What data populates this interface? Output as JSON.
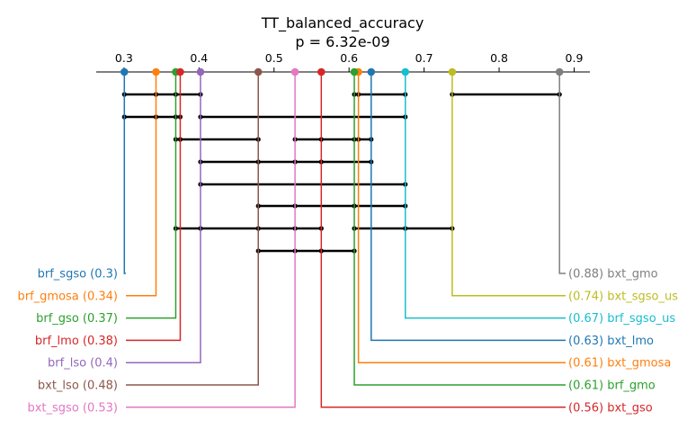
{
  "chart_data": {
    "type": "critical-difference",
    "title": "TT_balanced_accuracy",
    "subtitle": "p = 6.32e-09",
    "xlim": [
      0.263,
      0.921
    ],
    "ticks": [
      0.3,
      0.4,
      0.5,
      0.6,
      0.7,
      0.8,
      0.9
    ],
    "tick_labels": [
      "0.3",
      "0.4",
      "0.5",
      "0.6",
      "0.7",
      "0.8",
      "0.9"
    ],
    "entries": [
      {
        "name": "brf_sgso",
        "value": 0.3005,
        "label": "brf_sgso (0.3)",
        "color": "#1f77b4",
        "side": "left"
      },
      {
        "name": "brf_gmosa",
        "value": 0.3427,
        "label": "brf_gmosa (0.34)",
        "color": "#ff7f0e",
        "side": "left"
      },
      {
        "name": "brf_gso",
        "value": 0.369,
        "label": "brf_gso (0.37)",
        "color": "#2ca02c",
        "side": "left"
      },
      {
        "name": "brf_lmo",
        "value": 0.375,
        "label": "brf_lmo (0.38)",
        "color": "#d62728",
        "side": "left"
      },
      {
        "name": "brf_lso",
        "value": 0.402,
        "label": "brf_lso (0.4)",
        "color": "#9467bd",
        "side": "left"
      },
      {
        "name": "bxt_lso",
        "value": 0.479,
        "label": "bxt_lso (0.48)",
        "color": "#8c564b",
        "side": "left"
      },
      {
        "name": "bxt_sgso",
        "value": 0.528,
        "label": "bxt_sgso (0.53)",
        "color": "#e377c2",
        "side": "left"
      },
      {
        "name": "bxt_gmo",
        "value": 0.8805,
        "label": "(0.88) bxt_gmo",
        "color": "#7f7f7f",
        "side": "right"
      },
      {
        "name": "bxt_sgso_us",
        "value": 0.7375,
        "label": "(0.74) bxt_sgso_us",
        "color": "#bcbd22",
        "side": "right"
      },
      {
        "name": "brf_sgso_us",
        "value": 0.675,
        "label": "(0.67) brf_sgso_us",
        "color": "#17becf",
        "side": "right"
      },
      {
        "name": "bxt_lmo",
        "value": 0.6295,
        "label": "(0.63) bxt_lmo",
        "color": "#1f77b4",
        "side": "right"
      },
      {
        "name": "bxt_gmosa",
        "value": 0.6125,
        "label": "(0.61) bxt_gmosa",
        "color": "#ff7f0e",
        "side": "right"
      },
      {
        "name": "brf_gmo",
        "value": 0.607,
        "label": "(0.61) brf_gmo",
        "color": "#2ca02c",
        "side": "right"
      },
      {
        "name": "bxt_gso",
        "value": 0.563,
        "label": "(0.56) bxt_gso",
        "color": "#d62728",
        "side": "right"
      }
    ],
    "cliques": [
      [
        0.3005,
        0.3427,
        0.369,
        0.402
      ],
      [
        0.607,
        0.6125,
        0.675
      ],
      [
        0.7375,
        0.8805
      ],
      [
        0.3005,
        0.3427,
        0.369,
        0.375
      ],
      [
        0.402,
        0.675
      ],
      [
        0.369,
        0.375,
        0.479
      ],
      [
        0.528,
        0.563,
        0.607,
        0.6125,
        0.6295
      ],
      [
        0.402,
        0.479,
        0.528,
        0.563,
        0.6295
      ],
      [
        0.402,
        0.675
      ],
      [
        0.479,
        0.528,
        0.607,
        0.675
      ],
      [
        0.369,
        0.402,
        0.479,
        0.528,
        0.563
      ],
      [
        0.607,
        0.675,
        0.7375
      ],
      [
        0.479,
        0.528,
        0.563,
        0.607
      ]
    ]
  }
}
